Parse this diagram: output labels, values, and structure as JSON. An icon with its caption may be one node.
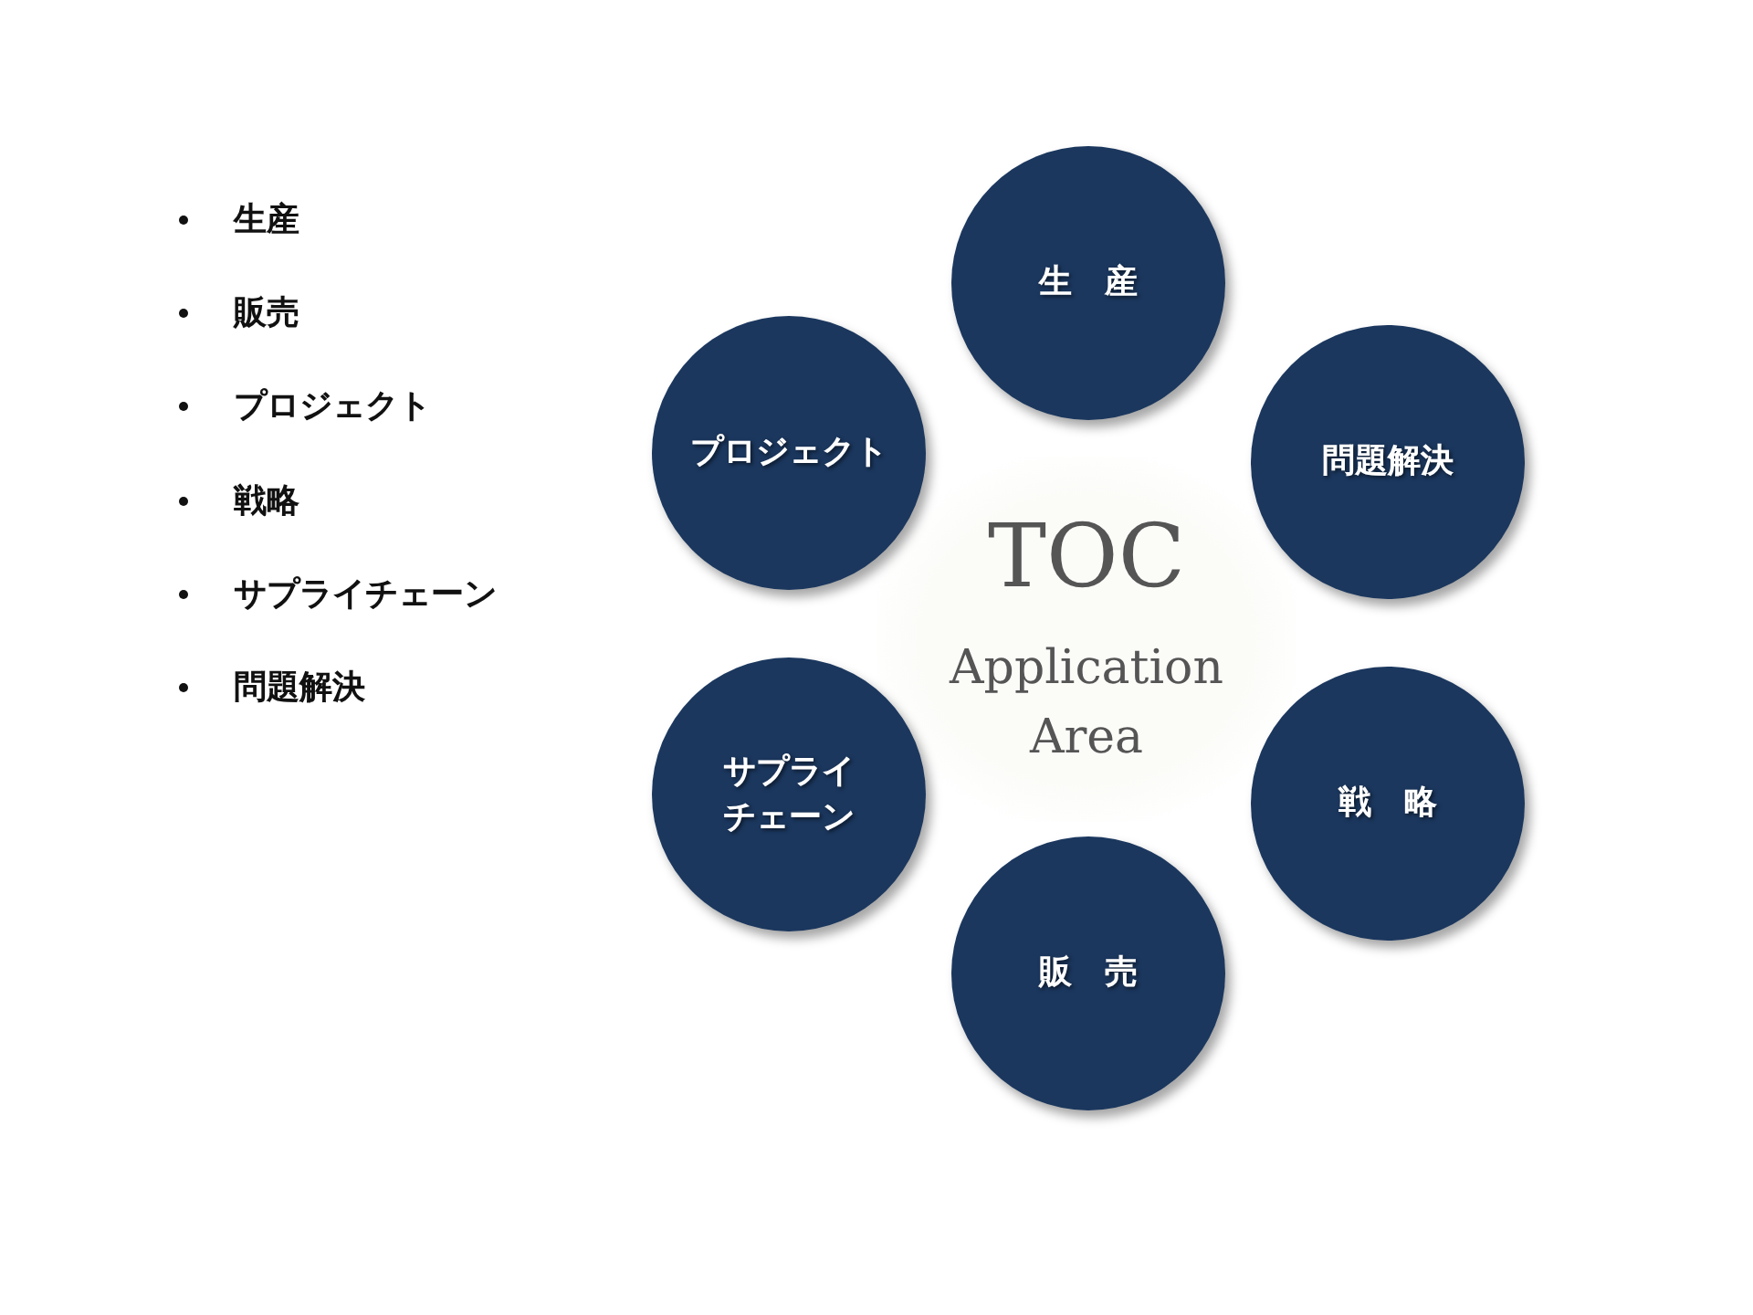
{
  "diagram": {
    "nodes": [
      {
        "text": [
          "生　産"
        ]
      },
      {
        "text": [
          "問題解決"
        ]
      },
      {
        "text": [
          "プロジェクト"
        ]
      },
      {
        "text": [
          "戦　略"
        ]
      },
      {
        "text": [
          "サプライチェーン"
        ]
      },
      {
        "text": [
          "販　売"
        ]
      }
    ],
    "labels": [
      "生産",
      "販売",
      "プロジェクト",
      "戦略",
      "サプライチェーン",
      "問題解決",
      "TOC",
      "Application Area"
    ]
  }
}
